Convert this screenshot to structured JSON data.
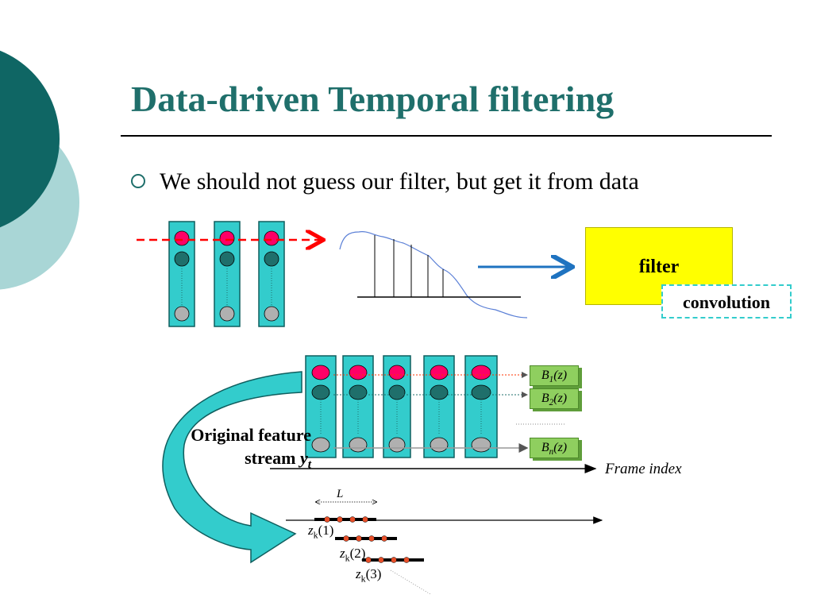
{
  "slide": {
    "title": "Data-driven Temporal filtering",
    "bullet": "We should not guess our filter, but get it from data"
  },
  "filter_block": {
    "label": "filter",
    "sub_label": "convolution"
  },
  "bank": {
    "b1": {
      "symbol": "B",
      "index": "1",
      "arg": "(z)"
    },
    "b2": {
      "symbol": "B",
      "index": "2",
      "arg": "(z)"
    },
    "bn": {
      "symbol": "B",
      "index": "n",
      "arg": "(z)"
    }
  },
  "stream": {
    "label_line1": "Original feature",
    "label_line2": "stream ",
    "label_var": "y",
    "label_sub": "t",
    "axis_label": "Frame index"
  },
  "segments": {
    "length_label": "L",
    "z_symbol": "z",
    "z_sub": "k",
    "items": [
      "(1)",
      "(2)",
      "(3)"
    ]
  },
  "colors": {
    "title": "#1f6f6b",
    "column": "#33cccc",
    "top_dot": "#ff0066",
    "mid_dot": "#1f6f6b",
    "low_dot": "#b0b0b0",
    "red_arrow": "#ff0000",
    "blue_arrow": "#1f73c0",
    "filter_fill": "#ffff00",
    "bank_fill": "#8fcf5f"
  }
}
